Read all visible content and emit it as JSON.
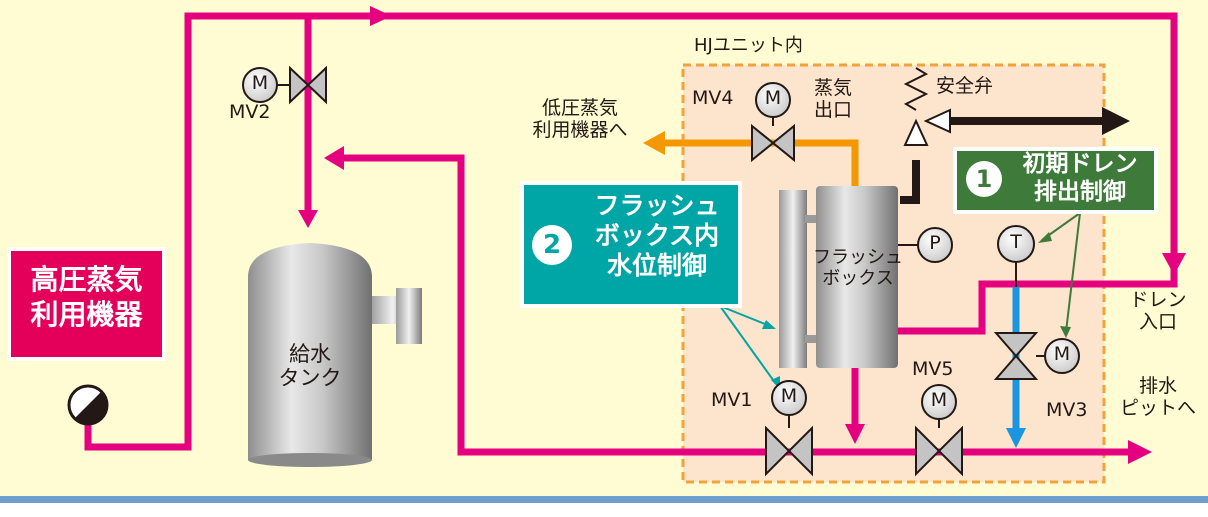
{
  "unit_area": {
    "label": "HJユニット内"
  },
  "high_pressure_user": {
    "label": "高圧蒸気\n利用機器"
  },
  "feed_tank": {
    "label": "給水\nタンク"
  },
  "flash_box": {
    "label": "フラッシュ\nボックス"
  },
  "callout_1": {
    "number": "1",
    "label": "初期ドレン\n排出制御"
  },
  "callout_2": {
    "number": "2",
    "label": "フラッシュ\nボックス内\n水位制御"
  },
  "labels": {
    "low_pressure_user": "低圧蒸気\n利用機器へ",
    "steam_outlet": "蒸気\n出口",
    "safety_valve": "安全弁",
    "drain_inlet": "ドレン\n入口",
    "drain_pit": "排水\nピットへ"
  },
  "valves": {
    "mv1": "MV1",
    "mv2": "MV2",
    "mv3": "MV3",
    "mv4": "MV4",
    "mv5": "MV5"
  },
  "instruments": {
    "motor": "M",
    "pressure": "P",
    "temperature": "T"
  },
  "colors": {
    "background": "#fffbd2",
    "unit_area": "#fde4cc",
    "unit_border": "#f3a13a",
    "pipe_steam_drain": "#e4007f",
    "pipe_low_pressure": "#f39800",
    "pipe_drain_out": "#1a96e0",
    "pipe_exhaust": "#231815",
    "callout_1_bg": "#3e7b3a",
    "callout_2_bg": "#00a6a6",
    "high_pressure_bg": "#e4005a",
    "bottom_band": "#6e9ecf"
  }
}
